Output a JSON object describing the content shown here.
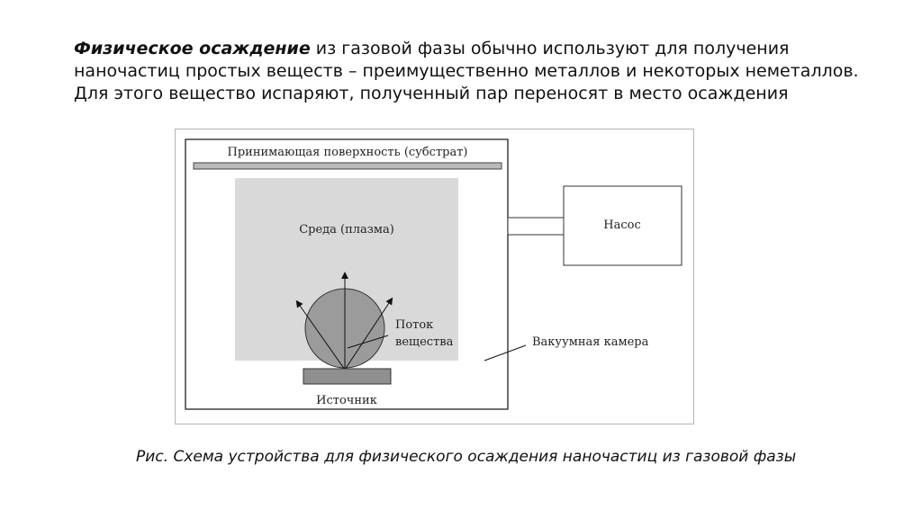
{
  "intro": {
    "term": "Физическое осаждение",
    "line1_rest": " из газовой фазы обычно используют для получения наночастиц простых веществ – преимущественно металлов и некоторых неметаллов.",
    "line2": "Для этого вещество испаряют, полученный пар переносят в место осаждения"
  },
  "diagram": {
    "substrate_label": "Принимающая поверхность (субстрат)",
    "medium_label": "Среда (плазма)",
    "pump_label": "Насос",
    "flow_label_line1": "Поток",
    "flow_label_line2": "вещества",
    "chamber_label": "Вакуумная камера",
    "source_label": "Источник"
  },
  "caption": {
    "text": "Рис. Схема устройства для физического осаждения наночастиц из газовой фазы"
  }
}
